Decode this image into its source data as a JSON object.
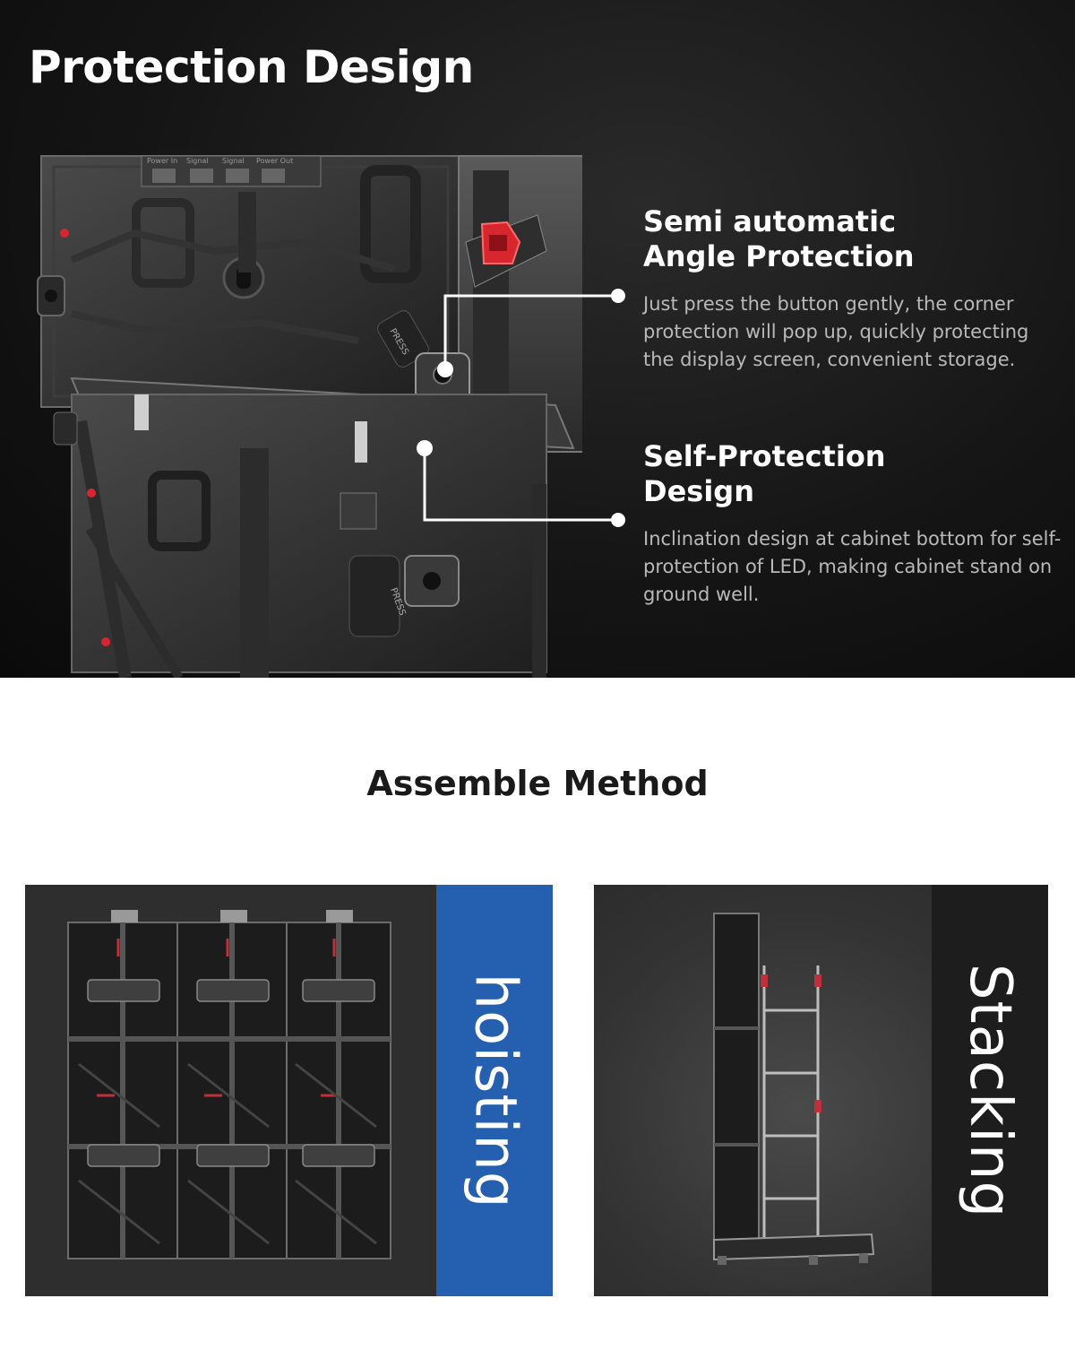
{
  "protection": {
    "title": "Protection Design",
    "features": [
      {
        "title_line1": "Semi automatic",
        "title_line2": "Angle Protection",
        "body": "Just press the button gently, the corner protection will pop up, quickly protecting the display screen, convenient storage."
      },
      {
        "title_line1": "Self-Protection",
        "title_line2": "Design",
        "body": "Inclination design at cabinet bottom for self-protection of LED, making cabinet stand on ground well."
      }
    ],
    "cabinet_labels": {
      "port1": "Power In",
      "port2": "Signal",
      "port3": "Signal",
      "port4": "Power Out",
      "press1": "PRESS",
      "press2": "PRESS"
    }
  },
  "assemble": {
    "title": "Assemble Method",
    "methods": [
      {
        "label": "hoisting",
        "band_color": "#2560b0"
      },
      {
        "label": "Stacking",
        "band_color": "#1d1d1d"
      }
    ]
  },
  "colors": {
    "accent_red": "#d7262e",
    "hero_bg": "#121212"
  }
}
